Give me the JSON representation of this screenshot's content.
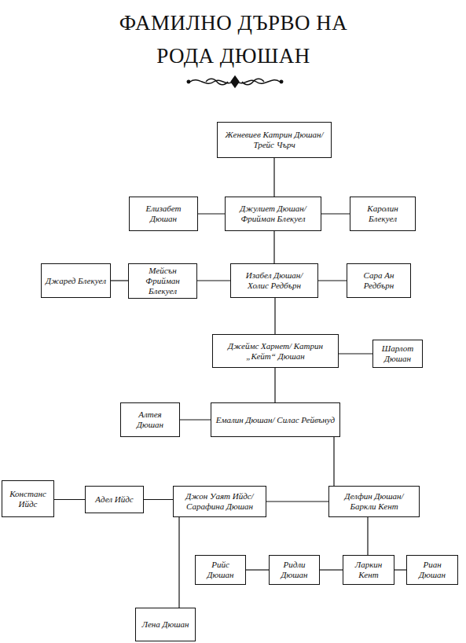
{
  "diagram": {
    "title": "ФАМИЛНО ДЪРВО НА РОДА ДЮШАН",
    "nodes": [
      {
        "text": [
          "Женевиев Катрин Дюшан/ Трейс Чърч"
        ]
      },
      {
        "text": [
          "Елизабет Дюшан"
        ]
      },
      {
        "text": [
          "Джулиет Дюшан/ Фрийман Блекуел"
        ]
      },
      {
        "text": [
          "Каролин Блекуел"
        ]
      },
      {
        "text": [
          "Джаред Блекуел"
        ]
      },
      {
        "text": [
          "Мейсън Фрийман Блекуел"
        ]
      },
      {
        "text": [
          "Изабел Дюшан/ Холис Редбърн"
        ]
      },
      {
        "text": [
          "Сара Ан Редбърн"
        ]
      },
      {
        "text": [
          "Джеймс Харнет/ Катрин „Кейт“ Дюшан"
        ]
      },
      {
        "text": [
          "Шарлот Дюшан"
        ]
      },
      {
        "text": [
          "Алтея Дюшан"
        ]
      },
      {
        "text": [
          "Емалин Дюшан/ Силас Рейвънуд"
        ]
      },
      {
        "text": [
          "Констанс Ийдс"
        ]
      },
      {
        "text": [
          "Адел Ийдс"
        ]
      },
      {
        "text": [
          "Джон Уаят Ийдс/ Сарафина Дюшан"
        ]
      },
      {
        "text": [
          "Делфин Дюшан/ Баркли Кент"
        ]
      },
      {
        "text": [
          "Рийс Дюшан"
        ]
      },
      {
        "text": [
          "Ридли Дюшан"
        ]
      },
      {
        "text": [
          "Ларкин Кент"
        ]
      },
      {
        "text": [
          "Риан Дюшан"
        ]
      },
      {
        "text": [
          "Лена Дюшан"
        ]
      }
    ],
    "edges": [
      {
        "from": 0,
        "to": 2,
        "arrow": "none"
      },
      {
        "from": 1,
        "to": 2,
        "arrow": "none"
      },
      {
        "from": 2,
        "to": 3,
        "arrow": "none"
      },
      {
        "from": 2,
        "to": 6,
        "arrow": "none"
      },
      {
        "from": 4,
        "to": 5,
        "arrow": "none"
      },
      {
        "from": 5,
        "to": 6,
        "arrow": "none"
      },
      {
        "from": 6,
        "to": 7,
        "arrow": "none"
      },
      {
        "from": 6,
        "to": 8,
        "arrow": "none"
      },
      {
        "from": 8,
        "to": 9,
        "arrow": "none"
      },
      {
        "from": 8,
        "to": 11,
        "arrow": "none"
      },
      {
        "from": 10,
        "to": 11,
        "arrow": "none"
      },
      {
        "from": 11,
        "to": 15,
        "arrow": "none"
      },
      {
        "from": 12,
        "to": 13,
        "arrow": "none"
      },
      {
        "from": 13,
        "to": 14,
        "arrow": "none"
      },
      {
        "from": 14,
        "to": 15,
        "arrow": "none"
      },
      {
        "from": 14,
        "to": 20,
        "arrow": "none"
      },
      {
        "from": 15,
        "to": 18,
        "arrow": "none"
      },
      {
        "from": 16,
        "to": 17,
        "arrow": "none"
      },
      {
        "from": 17,
        "to": 18,
        "arrow": "none"
      },
      {
        "from": 18,
        "to": 19,
        "arrow": "none"
      }
    ]
  }
}
